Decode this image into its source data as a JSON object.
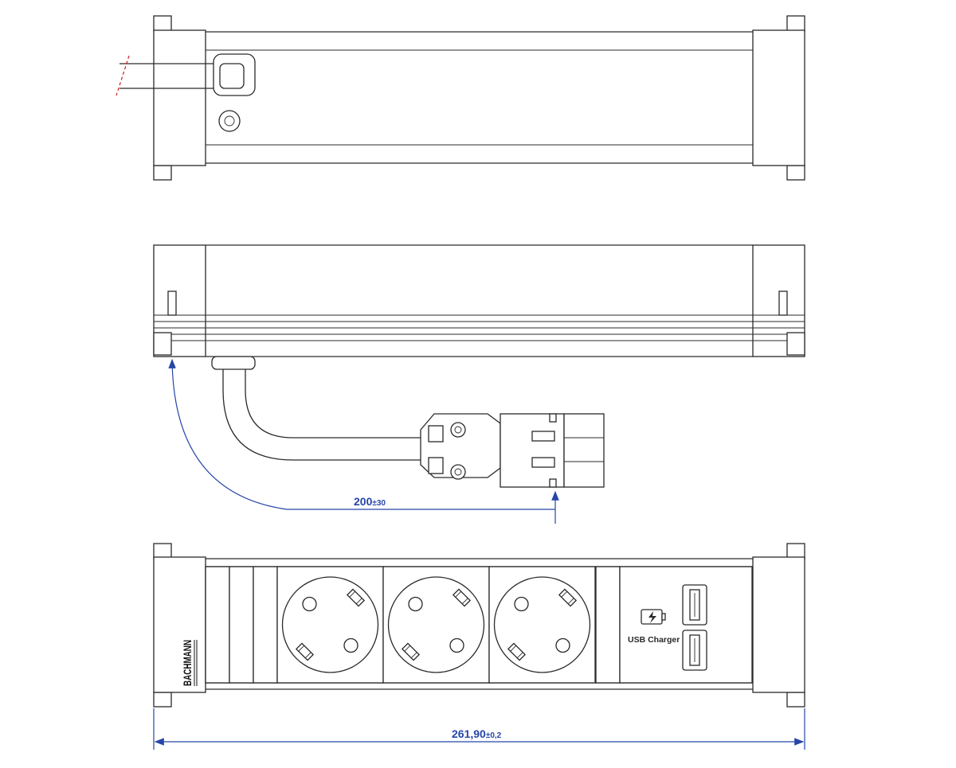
{
  "colors": {
    "line": "#2a2a2a",
    "dimension": "#2646a8",
    "cut_mark": "#d11a1a",
    "background": "#ffffff"
  },
  "views": {
    "top": {
      "name": "top-view"
    },
    "side": {
      "name": "side-view"
    },
    "front": {
      "name": "front-view"
    }
  },
  "dimensions": {
    "cable_length": {
      "value": "200",
      "tolerance": "±30"
    },
    "overall_length": {
      "value": "261,90",
      "tolerance": "±0,2"
    }
  },
  "labels": {
    "usb_charger": "USB Charger",
    "brand": "BACHMANN"
  },
  "modules": {
    "socket_count": 3,
    "usb_port_count": 2,
    "blank_panel_count": 3
  }
}
